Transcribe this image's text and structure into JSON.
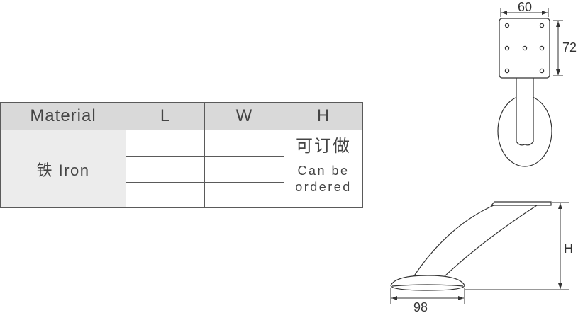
{
  "table": {
    "headers": {
      "material": "Material",
      "l": "L",
      "w": "W",
      "h": "H"
    },
    "material_value": "铁 Iron",
    "h_value": {
      "cn": "可订做",
      "en_line1": "Can be",
      "en_line2": "ordered"
    }
  },
  "top_view": {
    "width_label": "60",
    "height_label": "72"
  },
  "side_view": {
    "height_label": "H",
    "base_label": "98"
  },
  "colors": {
    "header_bg": "#d9d9d9",
    "material_bg": "#ececec",
    "border": "#5a5a5a",
    "text": "#444444",
    "line": "#333333"
  }
}
